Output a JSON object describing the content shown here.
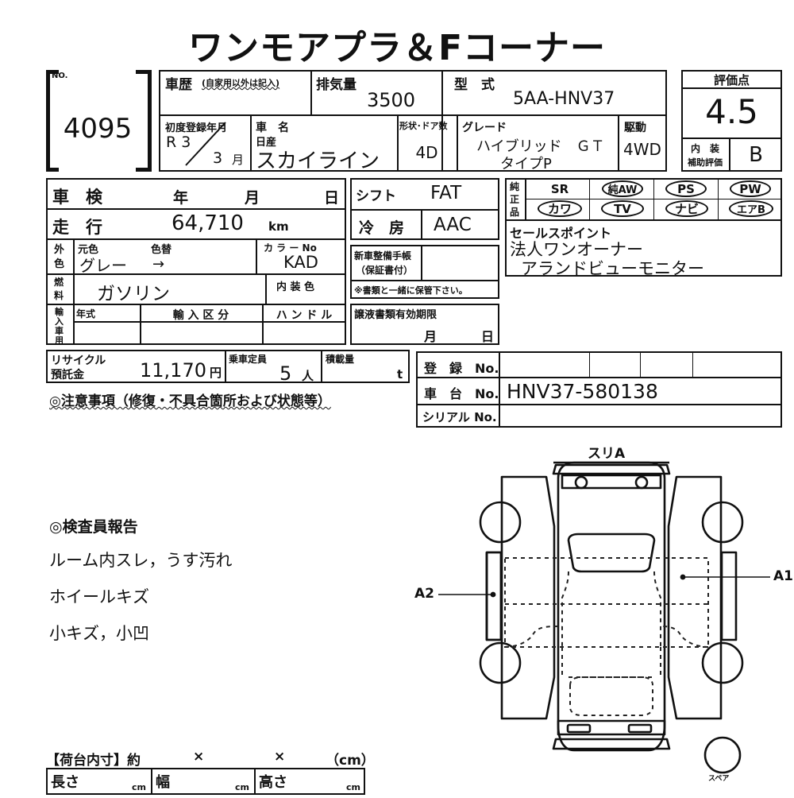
{
  "header": {
    "title": "ワンモアプラ＆Fコーナー"
  },
  "lot": {
    "no_label": "NO.",
    "no_value": "4095"
  },
  "history": {
    "label": "車歴",
    "sub_label": "(自家用以外は記入)",
    "value": ""
  },
  "displacement": {
    "label": "排気量",
    "value": "3500"
  },
  "model_code": {
    "label": "型　式",
    "value": "5AA-HNV37"
  },
  "first_reg": {
    "label": "初度登録年月",
    "year": "R 3",
    "month": "3",
    "month_unit": "月"
  },
  "car_name": {
    "label": "車　名",
    "maker": "日産",
    "model": "スカイライン"
  },
  "body": {
    "label": "形状･ドア数",
    "value": "4D"
  },
  "grade": {
    "label": "グレード",
    "line1": "ハイブリッド　ＧＴ",
    "line2": "タイプP"
  },
  "drive": {
    "label": "駆動",
    "value": "4WD"
  },
  "rating": {
    "label": "評価点",
    "score": "4.5",
    "interior_label_1": "内　装",
    "interior_label_2": "補助評価",
    "interior_grade": "B"
  },
  "shaken": {
    "label": "車　検",
    "year": "年",
    "month": "月",
    "day": "日",
    "value": ""
  },
  "mileage": {
    "label": "走　行",
    "value": "64,710",
    "unit": "km"
  },
  "exterior_color": {
    "label_1": "外",
    "label_2": "色",
    "orig_label": "元色",
    "change_label": "色替",
    "orig_value": "グレー",
    "arrow": "→",
    "changed_value": "",
    "colorno_label": "カ ラ ー No",
    "colorno_value": "KAD"
  },
  "fuel": {
    "label_1": "燃",
    "label_2": "料",
    "value": "ガソリン",
    "interior_color_label": "内 装 色",
    "interior_color_value": ""
  },
  "import": {
    "label_1": "輸",
    "label_2": "入",
    "label_3": "車",
    "label_4": "用",
    "year_label": "年式",
    "year_value": "",
    "class_label": "輸 入 区 分",
    "class_value": "",
    "handle_label": "ハ ン ド ル",
    "handle_value": ""
  },
  "recycle": {
    "label_1": "リサイクル",
    "label_2": "預託金",
    "value": "11,170",
    "unit": "円"
  },
  "seats": {
    "label": "乗車定員",
    "value": "5",
    "unit": "人"
  },
  "load": {
    "label": "積載量",
    "value": "",
    "unit": "t"
  },
  "notice": {
    "label": "◎注意事項（修復・不具合箇所および状態等）"
  },
  "shift": {
    "label": "シフト",
    "value": "FAT"
  },
  "aircon": {
    "label": "冷　房",
    "value": "AAC"
  },
  "manual_book": {
    "label_1": "新車整備手帳",
    "label_2": "（保証書付）",
    "value": "",
    "note": "※書類と一緒に保管下さい。"
  },
  "transfer_docs": {
    "label": "譲液書類有効期限",
    "month": "月",
    "day": "日"
  },
  "equipment": {
    "side_label_1": "純",
    "side_label_2": "正",
    "side_label_3": "品",
    "items": [
      {
        "name": "SR",
        "circled": false
      },
      {
        "name": "純AW",
        "circled": true
      },
      {
        "name": "PS",
        "circled": true
      },
      {
        "name": "PW",
        "circled": true
      },
      {
        "name": "カワ",
        "circled": true
      },
      {
        "name": "TV",
        "circled": true
      },
      {
        "name": "ナビ",
        "circled": true
      },
      {
        "name": "エアB",
        "circled": true
      }
    ]
  },
  "sales_point": {
    "label": "セールスポイント",
    "line1": "法人ワンオーナー",
    "line2": "アランドビューモニター"
  },
  "registration": {
    "label": "登　録　No.",
    "value": ""
  },
  "chassis": {
    "label": "車　台　No.",
    "value": "HNV37-580138"
  },
  "serial": {
    "label": "シリアル No.",
    "value": ""
  },
  "inspector_report": {
    "heading": "◎検査員報告",
    "lines": [
      "ルーム内スレ，うす汚れ",
      "ホイールキズ",
      "小キズ，小凹"
    ]
  },
  "diagram": {
    "top_label": "スリA",
    "right_label": "A1",
    "left_label": "A2",
    "spare_label": "スペア"
  },
  "cargo": {
    "heading": "【荷台内寸】約",
    "times1": "×",
    "times2": "×",
    "unit_note": "（cm）",
    "length_label": "長さ",
    "length_value": "",
    "length_unit": "cm",
    "width_label": "幅",
    "width_value": "",
    "width_unit": "cm",
    "height_label": "高さ",
    "height_value": "",
    "height_unit": "cm"
  }
}
